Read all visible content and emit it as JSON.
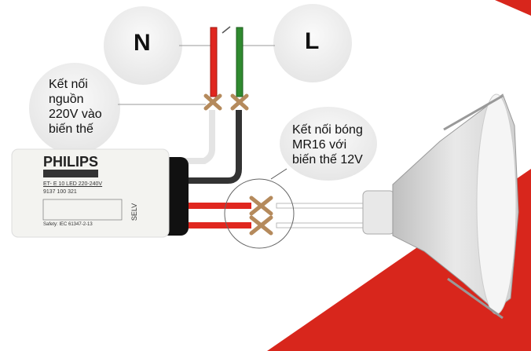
{
  "labels": {
    "neutral": "N",
    "line": "L"
  },
  "callouts": {
    "mains": [
      "Kết nối",
      "nguồn",
      "220V vào",
      "biến thế"
    ],
    "lamp": [
      "Kết nối bóng",
      "MR16 với",
      "biến thế 12V"
    ]
  },
  "transformer": {
    "brand": "PHILIPS",
    "model": "ET- E 10 LED 220-240V",
    "code": "9137 100 321",
    "selv": "SELV",
    "safety": "Safety: IEC 61347-2-13"
  },
  "colors": {
    "accent_red": "#d8261c",
    "wire_red": "#e0271f",
    "wire_green": "#2f8a2f"
  }
}
